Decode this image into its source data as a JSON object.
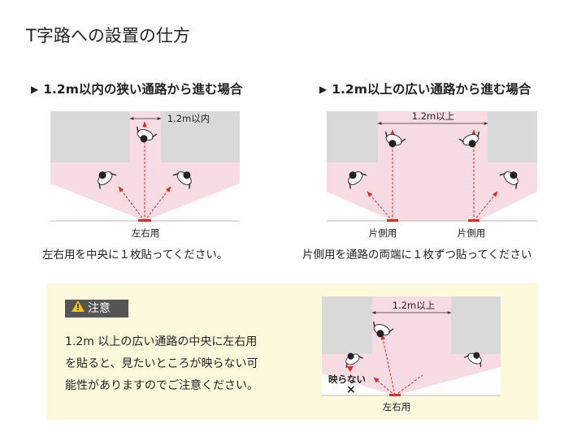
{
  "title": "T字路への設置の仕方",
  "left_panel": {
    "heading": "1.2m以内の狭い通路から進む場合",
    "dimension": "1.2m以内",
    "sticker_label": "左右用",
    "caption": "左右用を中央に１枚貼ってください。"
  },
  "right_panel": {
    "heading": "1.2m以上の広い通路から進む場合",
    "dimension": "1.2m以上",
    "sticker_label_left": "片側用",
    "sticker_label_right": "片側用",
    "caption": "片側用を通路の両端に１枚ずつ貼ってください"
  },
  "caution": {
    "badge": "注意",
    "lines": [
      "1.2m 以上の広い通路の中央に左右用",
      "を貼ると、見たいところが映らない可",
      "能性がありますのでご注意ください。"
    ],
    "dimension": "1.2m以上",
    "not_visible": "映らない",
    "not_visible_mark": "×",
    "sticker_label": "左右用"
  },
  "colors": {
    "wall": "#d9d9d9",
    "wall_border": "#9a9a9a",
    "view_area": "#f7dce3",
    "arrow": "#e02828",
    "note_bg": "#fcf9dc",
    "badge_bg": "#555555"
  }
}
